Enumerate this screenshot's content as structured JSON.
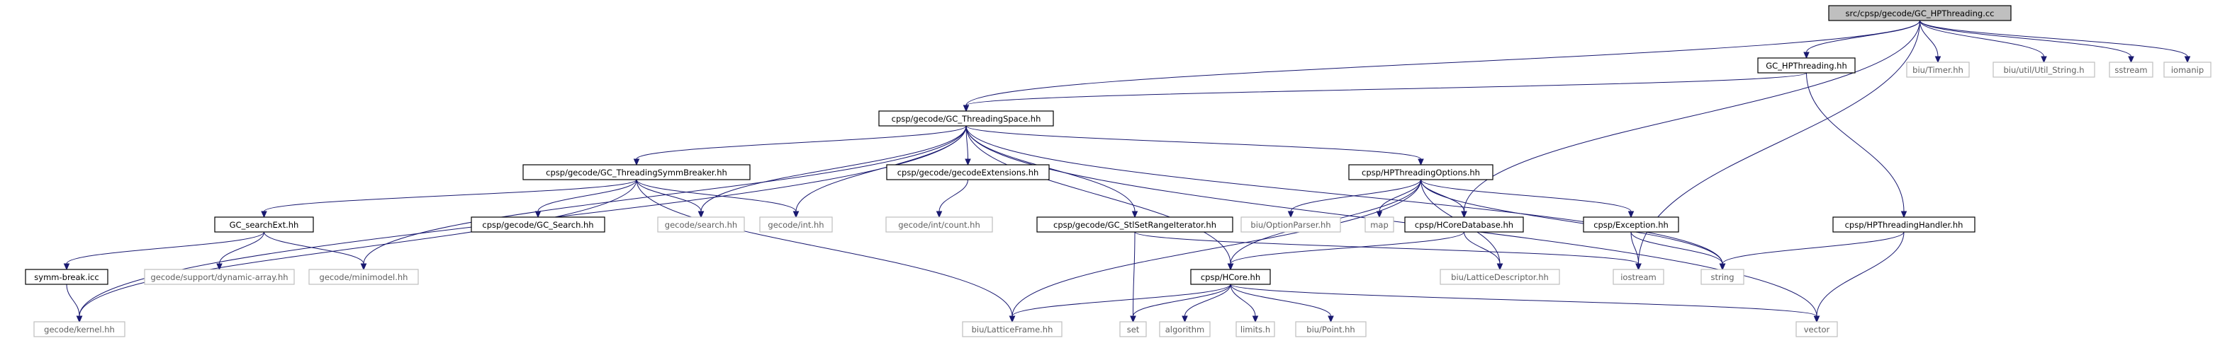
{
  "colors": {
    "edge": "#191970",
    "root_fill": "#bfbfbf",
    "root_border": "#000000",
    "box_border": "#000000",
    "box_fill": "#ffffff",
    "sys_border": "#bfbfbf",
    "text": "#000000",
    "sys_text": "#606060"
  },
  "nodes": [
    {
      "id": "root",
      "label": "src/cpsp/gecode/GC_HPThreading.cc",
      "kind": "root"
    },
    {
      "id": "gc_hpthreading_hh",
      "label": "GC_HPThreading.hh",
      "kind": "box"
    },
    {
      "id": "timer",
      "label": "biu/Timer.hh",
      "kind": "sys"
    },
    {
      "id": "util_string",
      "label": "biu/util/Util_String.h",
      "kind": "sys"
    },
    {
      "id": "sstream",
      "label": "sstream",
      "kind": "sys"
    },
    {
      "id": "iomanip",
      "label": "iomanip",
      "kind": "sys"
    },
    {
      "id": "threadingspace",
      "label": "cpsp/gecode/GC_ThreadingSpace.hh",
      "kind": "box"
    },
    {
      "id": "symmbreaker",
      "label": "cpsp/gecode/GC_ThreadingSymmBreaker.hh",
      "kind": "box"
    },
    {
      "id": "gecodeext",
      "label": "cpsp/gecode/gecodeExtensions.hh",
      "kind": "box"
    },
    {
      "id": "hpoptions",
      "label": "cpsp/HPThreadingOptions.hh",
      "kind": "box"
    },
    {
      "id": "searchext",
      "label": "GC_searchExt.hh",
      "kind": "box"
    },
    {
      "id": "gc_search",
      "label": "cpsp/gecode/GC_Search.hh",
      "kind": "box"
    },
    {
      "id": "gecode_search",
      "label": "gecode/search.hh",
      "kind": "sys"
    },
    {
      "id": "gecode_int",
      "label": "gecode/int.hh",
      "kind": "sys"
    },
    {
      "id": "int_count",
      "label": "gecode/int/count.hh",
      "kind": "sys"
    },
    {
      "id": "stlset",
      "label": "cpsp/gecode/GC_StlSetRangeIterator.hh",
      "kind": "box"
    },
    {
      "id": "optionparser",
      "label": "biu/OptionParser.hh",
      "kind": "sys"
    },
    {
      "id": "map",
      "label": "map",
      "kind": "sys"
    },
    {
      "id": "hcoredb",
      "label": "cpsp/HCoreDatabase.hh",
      "kind": "box"
    },
    {
      "id": "exception",
      "label": "cpsp/Exception.hh",
      "kind": "box"
    },
    {
      "id": "hphandler",
      "label": "cpsp/HPThreadingHandler.hh",
      "kind": "box"
    },
    {
      "id": "symmbreak_icc",
      "label": "symm-break.icc",
      "kind": "box"
    },
    {
      "id": "dynarray",
      "label": "gecode/support/dynamic-array.hh",
      "kind": "sys"
    },
    {
      "id": "minimodel",
      "label": "gecode/minimodel.hh",
      "kind": "sys"
    },
    {
      "id": "hcore",
      "label": "cpsp/HCore.hh",
      "kind": "box"
    },
    {
      "id": "latticedesc",
      "label": "biu/LatticeDescriptor.hh",
      "kind": "sys"
    },
    {
      "id": "iostream",
      "label": "iostream",
      "kind": "sys"
    },
    {
      "id": "string",
      "label": "string",
      "kind": "sys"
    },
    {
      "id": "kernel",
      "label": "gecode/kernel.hh",
      "kind": "sys"
    },
    {
      "id": "latticeframe",
      "label": "biu/LatticeFrame.hh",
      "kind": "sys"
    },
    {
      "id": "set",
      "label": "set",
      "kind": "sys"
    },
    {
      "id": "algorithm",
      "label": "algorithm",
      "kind": "sys"
    },
    {
      "id": "limits",
      "label": "limits.h",
      "kind": "sys"
    },
    {
      "id": "point",
      "label": "biu/Point.hh",
      "kind": "sys"
    },
    {
      "id": "vector",
      "label": "vector",
      "kind": "sys"
    }
  ],
  "edges": [
    {
      "from": "root",
      "to": "gc_hpthreading_hh"
    },
    {
      "from": "root",
      "to": "timer"
    },
    {
      "from": "root",
      "to": "util_string"
    },
    {
      "from": "root",
      "to": "sstream"
    },
    {
      "from": "root",
      "to": "iomanip"
    },
    {
      "from": "root",
      "to": "threadingspace"
    },
    {
      "from": "root",
      "to": "hcoredb"
    },
    {
      "from": "root",
      "to": "iostream"
    },
    {
      "from": "gc_hpthreading_hh",
      "to": "threadingspace"
    },
    {
      "from": "gc_hpthreading_hh",
      "to": "hphandler"
    },
    {
      "from": "threadingspace",
      "to": "symmbreaker"
    },
    {
      "from": "threadingspace",
      "to": "gecodeext"
    },
    {
      "from": "threadingspace",
      "to": "hpoptions"
    },
    {
      "from": "threadingspace",
      "to": "gecode_search"
    },
    {
      "from": "threadingspace",
      "to": "gecode_int"
    },
    {
      "from": "threadingspace",
      "to": "stlset"
    },
    {
      "from": "threadingspace",
      "to": "minimodel"
    },
    {
      "from": "threadingspace",
      "to": "kernel"
    },
    {
      "from": "threadingspace",
      "to": "hcore"
    },
    {
      "from": "threadingspace",
      "to": "string"
    },
    {
      "from": "threadingspace",
      "to": "vector"
    },
    {
      "from": "symmbreaker",
      "to": "searchext"
    },
    {
      "from": "symmbreaker",
      "to": "gc_search"
    },
    {
      "from": "symmbreaker",
      "to": "gecode_search"
    },
    {
      "from": "symmbreaker",
      "to": "gecode_int"
    },
    {
      "from": "symmbreaker",
      "to": "kernel"
    },
    {
      "from": "symmbreaker",
      "to": "latticeframe"
    },
    {
      "from": "gecodeext",
      "to": "int_count"
    },
    {
      "from": "searchext",
      "to": "symmbreak_icc"
    },
    {
      "from": "searchext",
      "to": "dynarray"
    },
    {
      "from": "searchext",
      "to": "minimodel"
    },
    {
      "from": "symmbreak_icc",
      "to": "kernel"
    },
    {
      "from": "stlset",
      "to": "set"
    },
    {
      "from": "stlset",
      "to": "iostream"
    },
    {
      "from": "hpoptions",
      "to": "optionparser"
    },
    {
      "from": "hpoptions",
      "to": "map"
    },
    {
      "from": "hpoptions",
      "to": "hcoredb"
    },
    {
      "from": "hpoptions",
      "to": "exception"
    },
    {
      "from": "hpoptions",
      "to": "latticedesc"
    },
    {
      "from": "hpoptions",
      "to": "latticeframe"
    },
    {
      "from": "hpoptions",
      "to": "string"
    },
    {
      "from": "hpoptions",
      "to": "hcore"
    },
    {
      "from": "hcoredb",
      "to": "hcore"
    },
    {
      "from": "hcoredb",
      "to": "latticedesc"
    },
    {
      "from": "exception",
      "to": "iostream"
    },
    {
      "from": "exception",
      "to": "string"
    },
    {
      "from": "hphandler",
      "to": "string"
    },
    {
      "from": "hphandler",
      "to": "vector"
    },
    {
      "from": "hcore",
      "to": "latticeframe"
    },
    {
      "from": "hcore",
      "to": "set"
    },
    {
      "from": "hcore",
      "to": "algorithm"
    },
    {
      "from": "hcore",
      "to": "limits"
    },
    {
      "from": "hcore",
      "to": "point"
    },
    {
      "from": "hcore",
      "to": "vector"
    }
  ]
}
